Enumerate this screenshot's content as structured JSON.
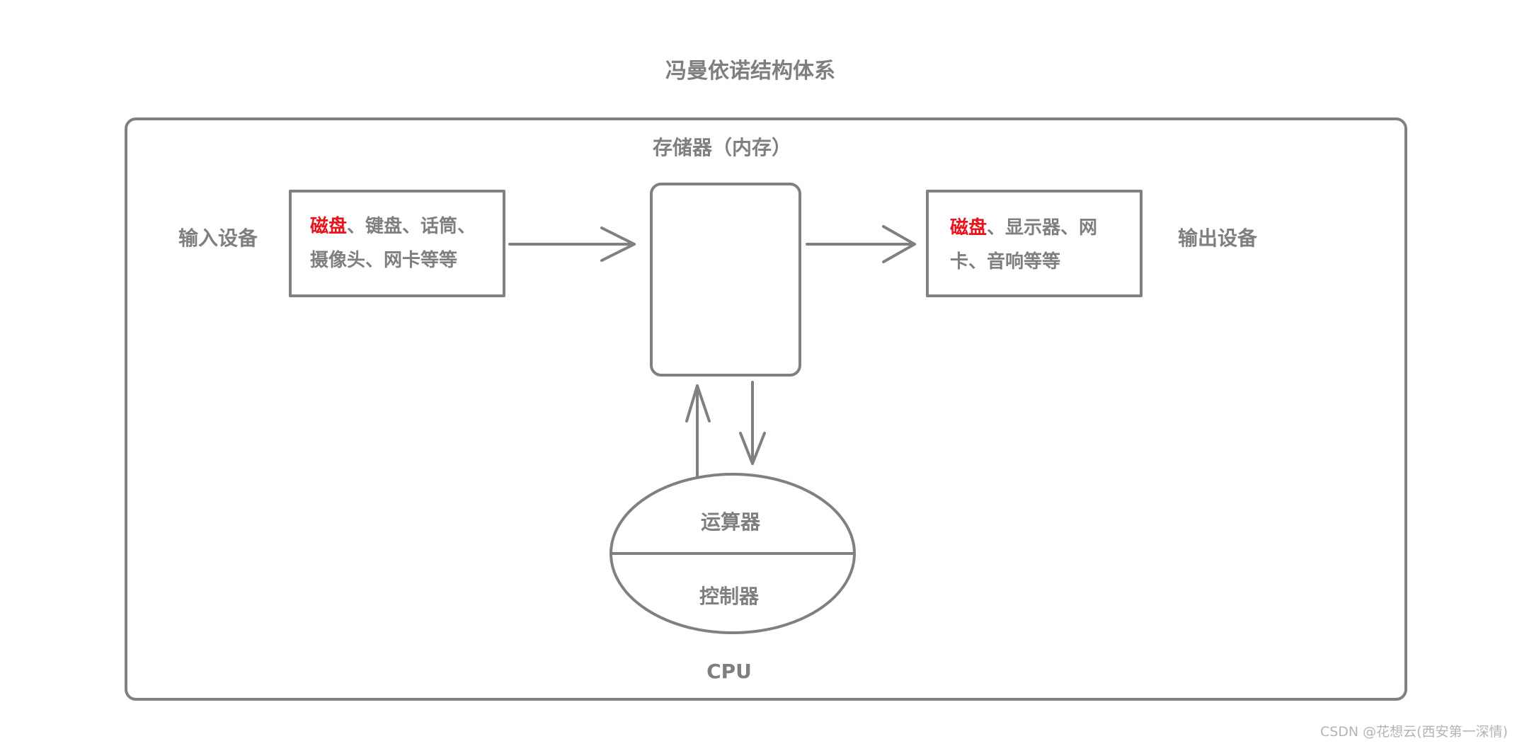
{
  "title": "冯曼依诺结构体系",
  "memory": {
    "label": "存储器（内存）"
  },
  "input": {
    "label": "输入设备",
    "line1_highlight": "磁盘",
    "line1_rest": "、键盘、话筒、",
    "line2": "摄像头、网卡等等"
  },
  "output": {
    "label": "输出设备",
    "line1_highlight": "磁盘",
    "line1_rest": "、显示器、网",
    "line2": "卡、音响等等"
  },
  "cpu": {
    "label": "CPU",
    "alu": "运算器",
    "control": "控制器"
  },
  "watermark": "CSDN @花想云(西安第一深情)",
  "colors": {
    "stroke": "#808080",
    "text": "#7f7f7f",
    "highlight": "#e8141c",
    "watermark": "#b4b4b4"
  }
}
